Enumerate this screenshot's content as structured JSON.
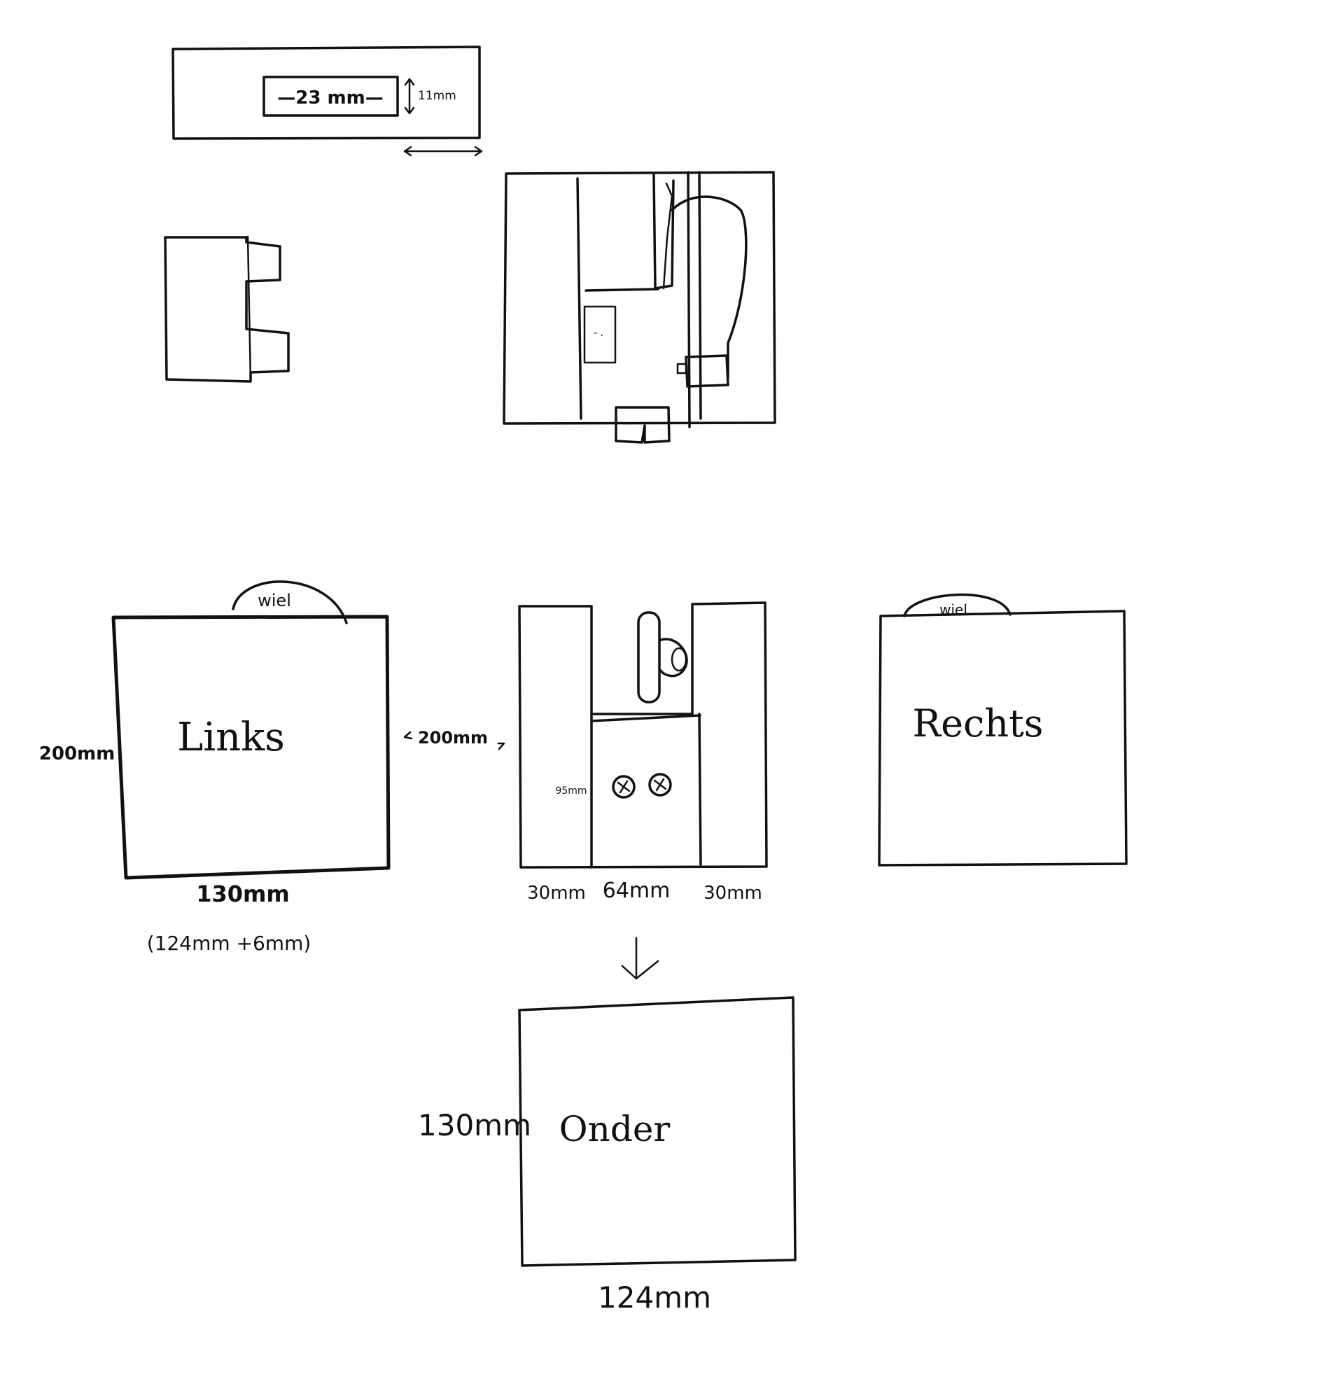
{
  "colors": {
    "ink": "#111111",
    "paper": "#ffffff"
  },
  "top_plate": {
    "label": "—23 mm—",
    "height_dim": "11mm"
  },
  "front_view": {
    "dim_side": "200mm",
    "dim_between": "200mm",
    "inner_dim": "95mm",
    "widths": [
      "30mm",
      "64mm",
      "30mm"
    ]
  },
  "panels": {
    "left": {
      "label": "Links",
      "wheel_label": "wiel",
      "height_dim": "200mm",
      "width_dim": "130mm",
      "width_note": "(124mm +6mm)"
    },
    "right": {
      "label": "Rechts",
      "wheel_label": "wiel"
    },
    "bottom": {
      "label": "Onder",
      "height_dim": "130mm",
      "width_dim": "124mm"
    }
  }
}
